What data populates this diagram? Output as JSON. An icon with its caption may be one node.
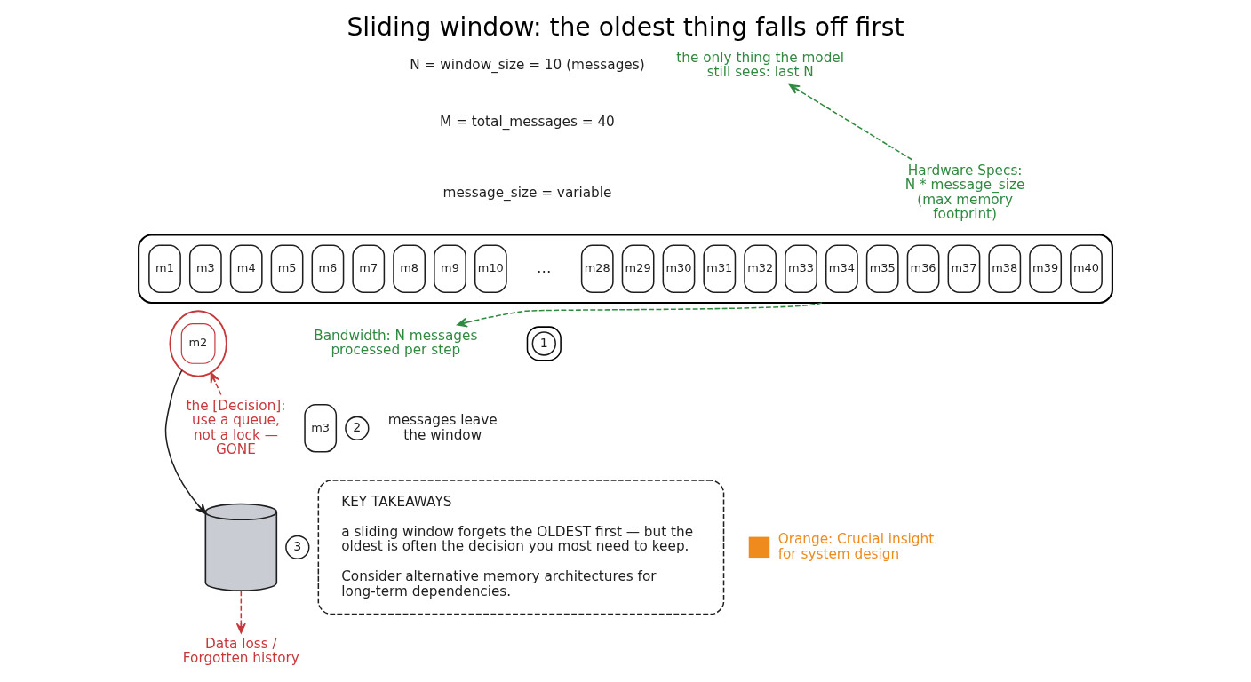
{
  "diagram": {
    "title": "Sliding window: the oldest thing falls off first",
    "nodes": [
      {
        "text": [
          "the only thing the model still sees: last N"
        ]
      },
      {
        "text": [
          "Hardware Specs: N * message_size (max memory footprint)"
        ]
      },
      {
        "text": [],
        "shape": "box"
      },
      {
        "text": [
          "m1"
        ],
        "in": 2
      },
      {
        "text": [
          "m3"
        ],
        "in": 2
      },
      {
        "text": [
          "m4"
        ],
        "in": 2
      },
      {
        "text": [
          "m5"
        ],
        "in": 2
      },
      {
        "text": [
          "m6"
        ],
        "in": 2
      },
      {
        "text": [
          "m7"
        ],
        "in": 2
      },
      {
        "text": [
          "m8"
        ],
        "in": 2
      },
      {
        "text": [
          "m9"
        ],
        "in": 2
      },
      {
        "text": [
          "m10"
        ],
        "in": 2
      },
      {
        "text": [
          "m28"
        ],
        "in": 2
      },
      {
        "text": [
          "m29"
        ],
        "in": 2
      },
      {
        "text": [
          "m30"
        ],
        "in": 2
      },
      {
        "text": [
          "m31"
        ],
        "in": 2
      },
      {
        "text": [
          "m32"
        ],
        "in": 2
      },
      {
        "text": [
          "m33"
        ],
        "in": 2
      },
      {
        "text": [
          "m34"
        ],
        "in": 2
      },
      {
        "text": [
          "m35"
        ],
        "in": 2
      },
      {
        "text": [
          "m36"
        ],
        "in": 2
      },
      {
        "text": [
          "m37"
        ],
        "in": 2
      },
      {
        "text": [
          "m38"
        ],
        "in": 2
      },
      {
        "text": [
          "m39"
        ],
        "in": 2
      },
      {
        "text": [
          "m40"
        ],
        "in": 2
      },
      {
        "text": [
          "m2"
        ]
      },
      {
        "text": [],
        "shape": "bar"
      },
      {
        "text": [
          "1"
        ],
        "in": 26
      },
      {
        "text": [
          "the [Decision]: use a queue, not a lock — GONE"
        ]
      },
      {
        "text": [
          "m3"
        ]
      },
      {
        "text": [
          "2"
        ],
        "beside": [
          "messages leave the window"
        ]
      },
      {
        "text": [],
        "shape": "cylinder"
      },
      {
        "text": [
          "3"
        ]
      },
      {
        "text": [
          "Bandwidth: N messages processed per step"
        ]
      },
      {
        "text": [
          "KEY TAKEAWAYS",
          "a sliding window forgets the OLDEST first — but the oldest is often the decision you most need to keep.",
          "Consider alternative memory architectures for long-term dependencies."
        ]
      },
      {
        "text": [
          "Data loss / Forgotten history"
        ]
      }
    ],
    "edges": [
      {
        "from": 1,
        "to": 0,
        "arrow": "to",
        "style": "dashed",
        "color": "#2f8a3f"
      },
      {
        "from": 28,
        "to": 25,
        "arrow": "to",
        "style": "dashed",
        "color": "#c8373a"
      },
      {
        "from": 25,
        "to": 31,
        "arrow": "to",
        "color": "#1e1e1e"
      },
      {
        "from": 2,
        "to": 33,
        "arrow": "to",
        "style": "dashed",
        "color": "#2f8a3f"
      },
      {
        "from": 31,
        "to": 35,
        "arrow": "to",
        "style": "dashed",
        "color": "#c8373a"
      }
    ],
    "labels": [
      "N = window_size = 10 (messages)",
      "M = total_messages = 40",
      "message_size = variable",
      "…"
    ],
    "legend": [
      {
        "text": "Orange: Crucial insight for system design",
        "color": "#ef8a1d"
      }
    ]
  }
}
